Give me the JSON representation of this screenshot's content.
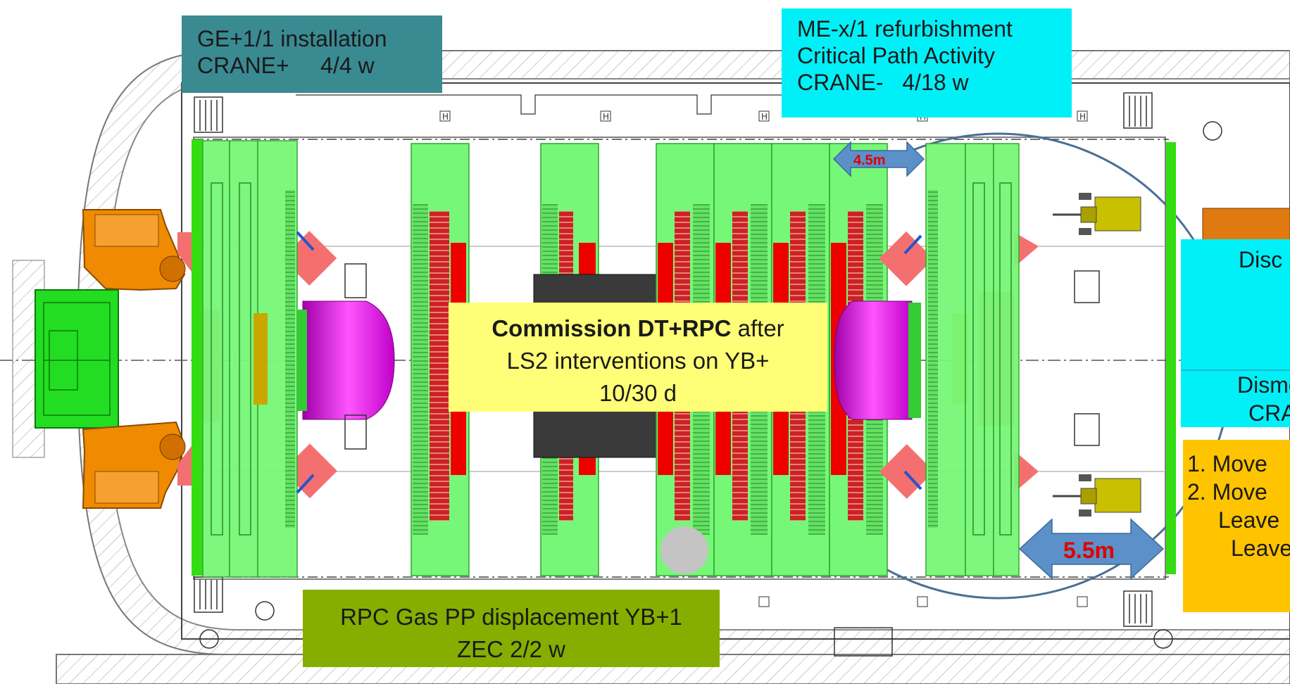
{
  "labels": {
    "ge_install": {
      "line1": "GE+1/1 installation",
      "line2": "CRANE+     4/4 w"
    },
    "me_refurb": {
      "line1": "ME-x/1 refurbishment",
      "line2": "Critical Path Activity",
      "line3": "CRANE-   4/18 w"
    },
    "commission": {
      "bold": "Commission DT+RPC",
      "rest": " after",
      "line2": "LS2 interventions on YB+",
      "line3": "10/30 d"
    },
    "rpc_gas": {
      "line1": "RPC Gas PP displacement YB+1",
      "line2": "ZEC 2/2 w"
    },
    "disc": {
      "line1": "Disc"
    },
    "dismo": {
      "line1": "Dismo",
      "line2": "CRAN"
    },
    "move": {
      "line1": "1. Move",
      "line2": "2. Move",
      "line3": "Leave",
      "line4": "Leave"
    }
  },
  "arrows": {
    "top_gap": "4.5m",
    "bottom_gap": "5.5m"
  },
  "colors": {
    "green_disk": "#77f777",
    "red_chamber": "#ee0000",
    "magenta_endcap": "#ff33ff",
    "orange_platform": "#f08a00",
    "arrow_blue": "#5b90c8",
    "olive_vehicle": "#c8c000"
  }
}
